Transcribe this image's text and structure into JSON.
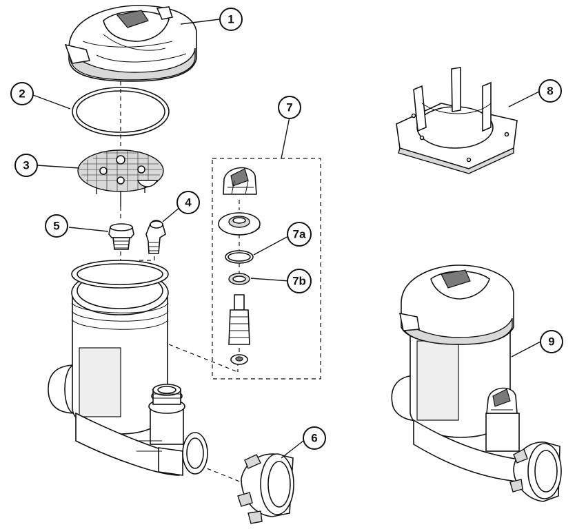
{
  "callouts": [
    {
      "id": "part-1",
      "label": "1"
    },
    {
      "id": "part-2",
      "label": "2"
    },
    {
      "id": "part-3",
      "label": "3"
    },
    {
      "id": "part-4",
      "label": "4"
    },
    {
      "id": "part-5",
      "label": "5"
    },
    {
      "id": "part-6",
      "label": "6"
    },
    {
      "id": "part-7",
      "label": "7"
    },
    {
      "id": "part-7a",
      "label": "7a"
    },
    {
      "id": "part-7b",
      "label": "7b"
    },
    {
      "id": "part-8",
      "label": "8"
    },
    {
      "id": "part-9",
      "label": "9"
    }
  ],
  "colors": {
    "line": "#111111",
    "shade": "#d9d9d9",
    "background": "#ffffff"
  }
}
